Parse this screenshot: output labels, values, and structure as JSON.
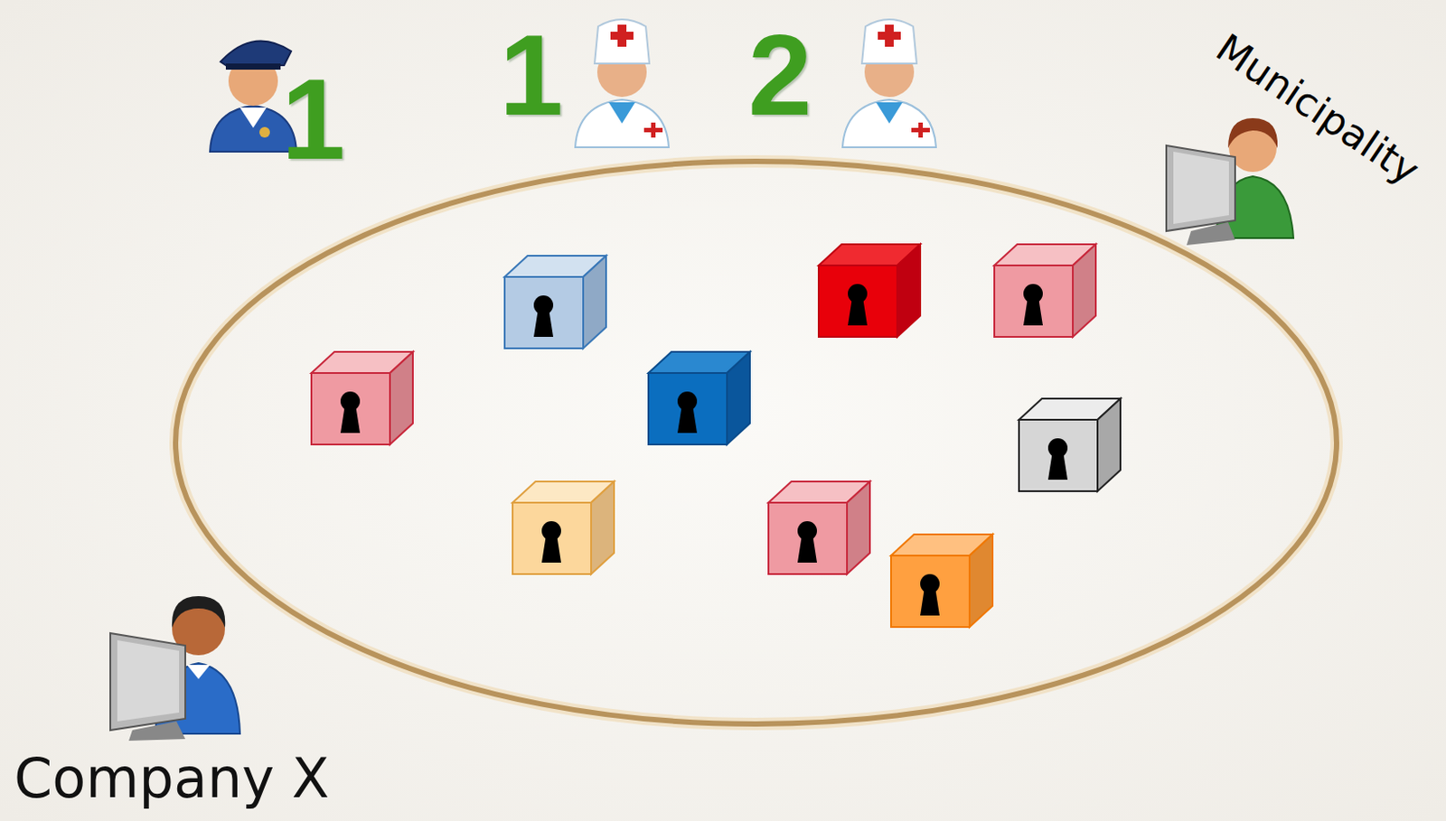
{
  "diagram": {
    "labels": [
      "1",
      "1",
      "2",
      "Municipality",
      "Company X"
    ]
  }
}
